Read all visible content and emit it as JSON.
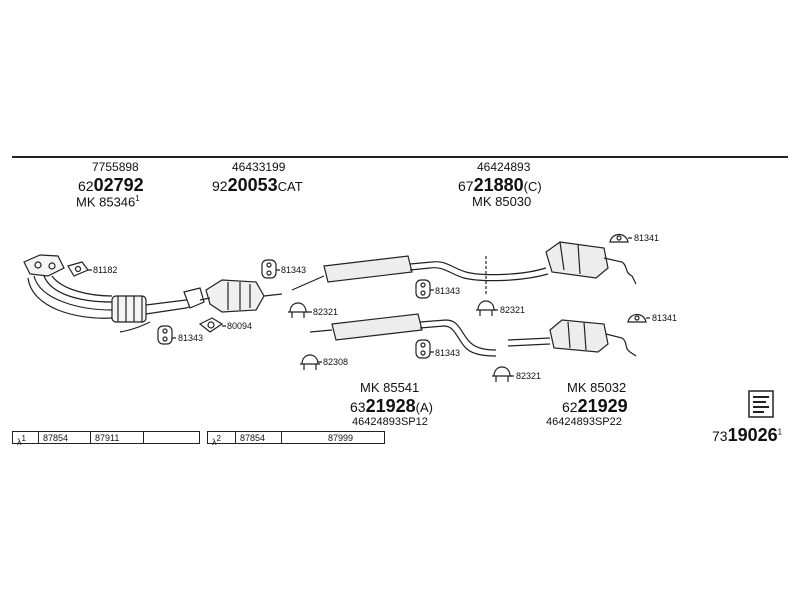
{
  "groups": [
    {
      "ref": "7755898",
      "pre": "62",
      "big": "02792",
      "suf": "",
      "mk": "MK 85346",
      "mksup": "1"
    },
    {
      "ref": "46433199",
      "pre": "92",
      "big": "20053",
      "suf": "CAT"
    },
    {
      "ref": "46424893",
      "pre": "67",
      "big": "21880",
      "suf": "(C)",
      "mk": "MK 85030"
    },
    {
      "mk": "MK 85541",
      "pre": "63",
      "big": "21928",
      "suf": "(A)",
      "ref": "46424893SP12"
    },
    {
      "mk": "MK 85032",
      "pre": "62",
      "big": "21929",
      "suf": "",
      "ref": "46424893SP22"
    }
  ],
  "parts": {
    "p81182": "81182",
    "p80094": "80094",
    "p81343a": "81343",
    "p81343b": "81343",
    "p81343c": "81343",
    "p81343d": "81343",
    "p82321a": "82321",
    "p82321b": "82321",
    "p82321c": "82321",
    "p82308": "82308",
    "p81341a": "81341",
    "p81341b": "81341"
  },
  "table1": {
    "lambda": "λ",
    "sup": "1",
    "c1": "87854",
    "c2": "87911",
    "c3": ""
  },
  "table2": {
    "lambda": "λ",
    "sup": "2",
    "c1": "87854",
    "c2": "87999"
  },
  "code": {
    "pre": "73",
    "big": "19026",
    "sup": "1"
  }
}
